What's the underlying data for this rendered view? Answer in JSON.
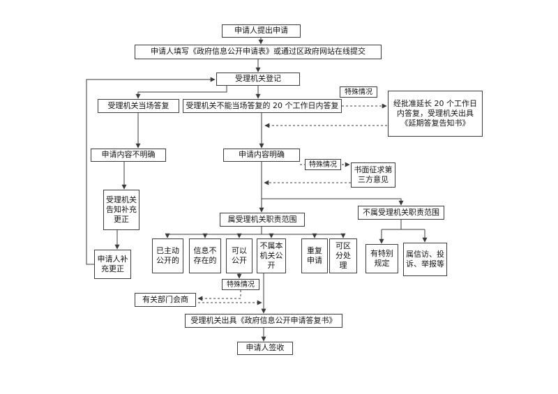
{
  "diagram": {
    "kind": "flowchart",
    "language": "zh-CN",
    "topic": "政府信息公开申请流程"
  },
  "colors": {
    "background": "#ffffff",
    "line": "#3a3a3a",
    "box_border": "#3a3a3a",
    "text": "#111111"
  },
  "nodes": {
    "apply": {
      "label": "申请人提出申请"
    },
    "form": {
      "label": "申请人填写《政府信息公开申请表》或通过区政府网站在线提交"
    },
    "register": {
      "label": "受理机关登记"
    },
    "onspot": {
      "label": "受理机关当场答复"
    },
    "not_onspot": {
      "label": "受理机关不能当场答复的 20 个工作日内答复"
    },
    "special1": {
      "label": "特殊情况"
    },
    "extend": {
      "label": "经批准延长 20 个工作日内答复，受理机关出具《延期答复告知书》"
    },
    "unclear": {
      "label": "申请内容不明确"
    },
    "clear": {
      "label": "申请内容明确"
    },
    "special2": {
      "label": "特殊情况"
    },
    "thirdparty": {
      "label": "书面征求第三方意见"
    },
    "notify": {
      "label": "受理机关告知补充更正"
    },
    "inscope": {
      "label": "属受理机关职责范围"
    },
    "outscope": {
      "label": "不属受理机关职责范围"
    },
    "proactive": {
      "label": "已主动公开的"
    },
    "nonexistent": {
      "label": "信息不存在的"
    },
    "public": {
      "label": "可以公开"
    },
    "nototherorg": {
      "label": "不属本机关公开"
    },
    "repeat": {
      "label": "重复申请"
    },
    "separable": {
      "label": "可区分处理"
    },
    "specialrule": {
      "label": "有特别规定"
    },
    "petition": {
      "label": "属信访、投诉、举报等"
    },
    "supplement": {
      "label": "申请人补充更正"
    },
    "special3": {
      "label": "特殊情况"
    },
    "consult": {
      "label": "有关部门会商"
    },
    "reply": {
      "label": "受理机关出具《政府信息公开申请答复书》"
    },
    "sign": {
      "label": "申请人签收"
    }
  }
}
